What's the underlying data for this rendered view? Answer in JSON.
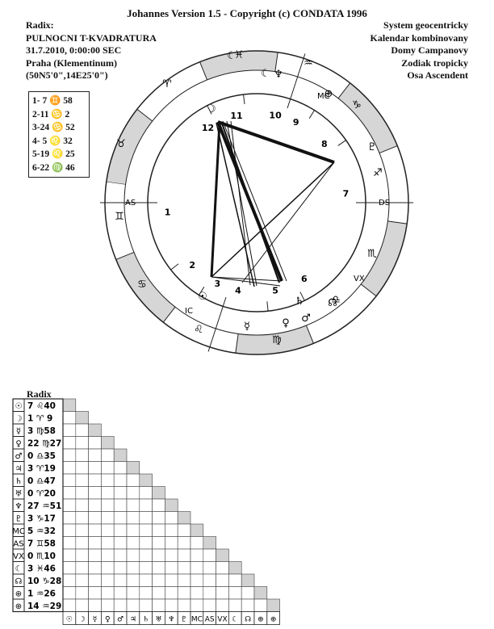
{
  "header": {
    "title": "Johannes Version 1.5 - Copyright (c) CONDATA 1996",
    "left_lines": [
      "Radix:",
      "PULNOCNI T-KVADRATURA",
      "31.7.2010,   0:00:00 SEC",
      "Praha (Klementinum)",
      "(50N5'0\",14E25'0\")"
    ],
    "right_lines": [
      "System geocentricky",
      "Kalendar kombinovany",
      "Domy Campanovy",
      "Zodiak tropicky",
      "Osa Ascendent"
    ]
  },
  "cusps": [
    "1- 7 ♊ 58",
    "2-11 ♋ 2",
    "3-24 ♋ 52",
    "4- 5 ♌ 32",
    "5-19 ♌ 25",
    "6-22 ♍ 46"
  ],
  "wheel": {
    "zodiac_signs": [
      "♈",
      "♉",
      "♊",
      "♋",
      "♌",
      "♍",
      "♎",
      "♏",
      "♐",
      "♑",
      "♒",
      "♓"
    ],
    "house_numbers": [
      "1",
      "2",
      "3",
      "4",
      "5",
      "6",
      "7",
      "8",
      "9",
      "10",
      "11",
      "12"
    ],
    "axis_labels": {
      "asc": "AS",
      "dsc": "DS",
      "mc": "MC",
      "ic": "IC",
      "vx": "VX"
    },
    "planets": [
      "☽",
      "☉",
      "☿",
      "♀",
      "♂",
      "♃",
      "♄",
      "♅",
      "♆",
      "♇",
      "☊",
      "⊕",
      "☾"
    ],
    "accent_color": "#111111"
  },
  "grid": {
    "title": "Radix",
    "rows": [
      {
        "sym": "☉",
        "pos": "7 ♌40"
      },
      {
        "sym": "☽",
        "pos": "1 ♈ 9"
      },
      {
        "sym": "☿",
        "pos": "3 ♍58"
      },
      {
        "sym": "♀",
        "pos": "22 ♍27"
      },
      {
        "sym": "♂",
        "pos": "0 ♎35"
      },
      {
        "sym": "♃",
        "pos": "3 ♈19"
      },
      {
        "sym": "♄",
        "pos": "0 ♎47"
      },
      {
        "sym": "♅",
        "pos": "0 ♈20"
      },
      {
        "sym": "♆",
        "pos": "27 ♒51"
      },
      {
        "sym": "♇",
        "pos": "3 ♑17"
      },
      {
        "sym": "MC",
        "pos": "5 ♒32"
      },
      {
        "sym": "AS",
        "pos": "7 ♊58"
      },
      {
        "sym": "VX",
        "pos": "0 ♏10"
      },
      {
        "sym": "☾",
        "pos": "3 ♓46"
      },
      {
        "sym": "☊",
        "pos": "10 ♑28"
      },
      {
        "sym": "⊕",
        "pos": "1 ♒26"
      },
      {
        "sym": "⊕",
        "pos": "14 ♒29"
      }
    ],
    "footer": [
      "☉",
      "☽",
      "☿",
      "♀",
      "♂",
      "♃",
      "♄",
      "♅",
      "♆",
      "♇",
      "MC",
      "AS",
      "VX",
      "☾",
      "☊",
      "⊕",
      "⊕"
    ]
  }
}
